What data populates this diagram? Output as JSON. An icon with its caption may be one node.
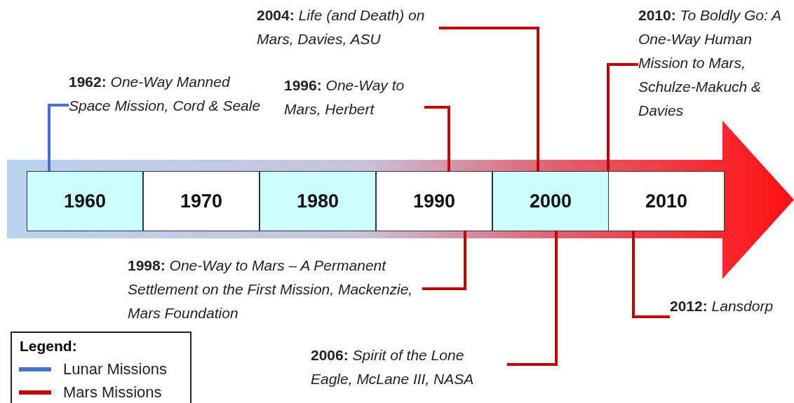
{
  "diagram": {
    "nodes": [
      {
        "text": [
          "**2004:** *Life (and Death) on Mars, Davies, ASU*"
        ]
      },
      {
        "text": [
          "**2010:** *To Boldly Go: A One-Way Human Mission to Mars, Schulze-Makuch & Davies*"
        ]
      },
      {
        "text": [
          "**1962:** *One-Way Manned Space Mission, Cord & Seale*"
        ]
      },
      {
        "text": [
          "**1996:** *One-Way to Mars, Herbert*"
        ]
      },
      {
        "text": [],
        "shape": "arrow"
      },
      {
        "text": [
          "1960"
        ],
        "in": 4
      },
      {
        "text": [
          "1970"
        ],
        "in": 4
      },
      {
        "text": [
          "1980"
        ],
        "in": 4
      },
      {
        "text": [
          "1990"
        ],
        "in": 4
      },
      {
        "text": [
          "2000"
        ],
        "in": 4
      },
      {
        "text": [
          "2010"
        ],
        "in": 4
      },
      {
        "text": [
          "**1998:** *One-Way to Mars – A Permanent Settlement on the First Mission, Mackenzie, Mars Foundation*"
        ]
      },
      {
        "text": [
          "**2012:** *Lansdorp*"
        ]
      },
      {
        "text": [
          "**2006:** *Spirit of the Lone Eagle, McLane III, NASA*"
        ]
      }
    ],
    "edges": [
      {
        "from": 0,
        "to": 9,
        "arrow": "none"
      },
      {
        "from": 1,
        "to": 10,
        "arrow": "none"
      },
      {
        "from": 2,
        "to": 5,
        "arrow": "none",
        "color": "#4472c4"
      },
      {
        "from": 3,
        "to": 8,
        "arrow": "none"
      },
      {
        "from": 11,
        "to": 8,
        "arrow": "none"
      },
      {
        "from": 12,
        "to": 10,
        "arrow": "none"
      },
      {
        "from": 13,
        "to": 9,
        "arrow": "none"
      }
    ],
    "labels": [
      "Legend:"
    ],
    "legend": [
      {
        "text": "Lunar Missions"
      },
      {
        "text": "Mars Missions"
      }
    ]
  }
}
